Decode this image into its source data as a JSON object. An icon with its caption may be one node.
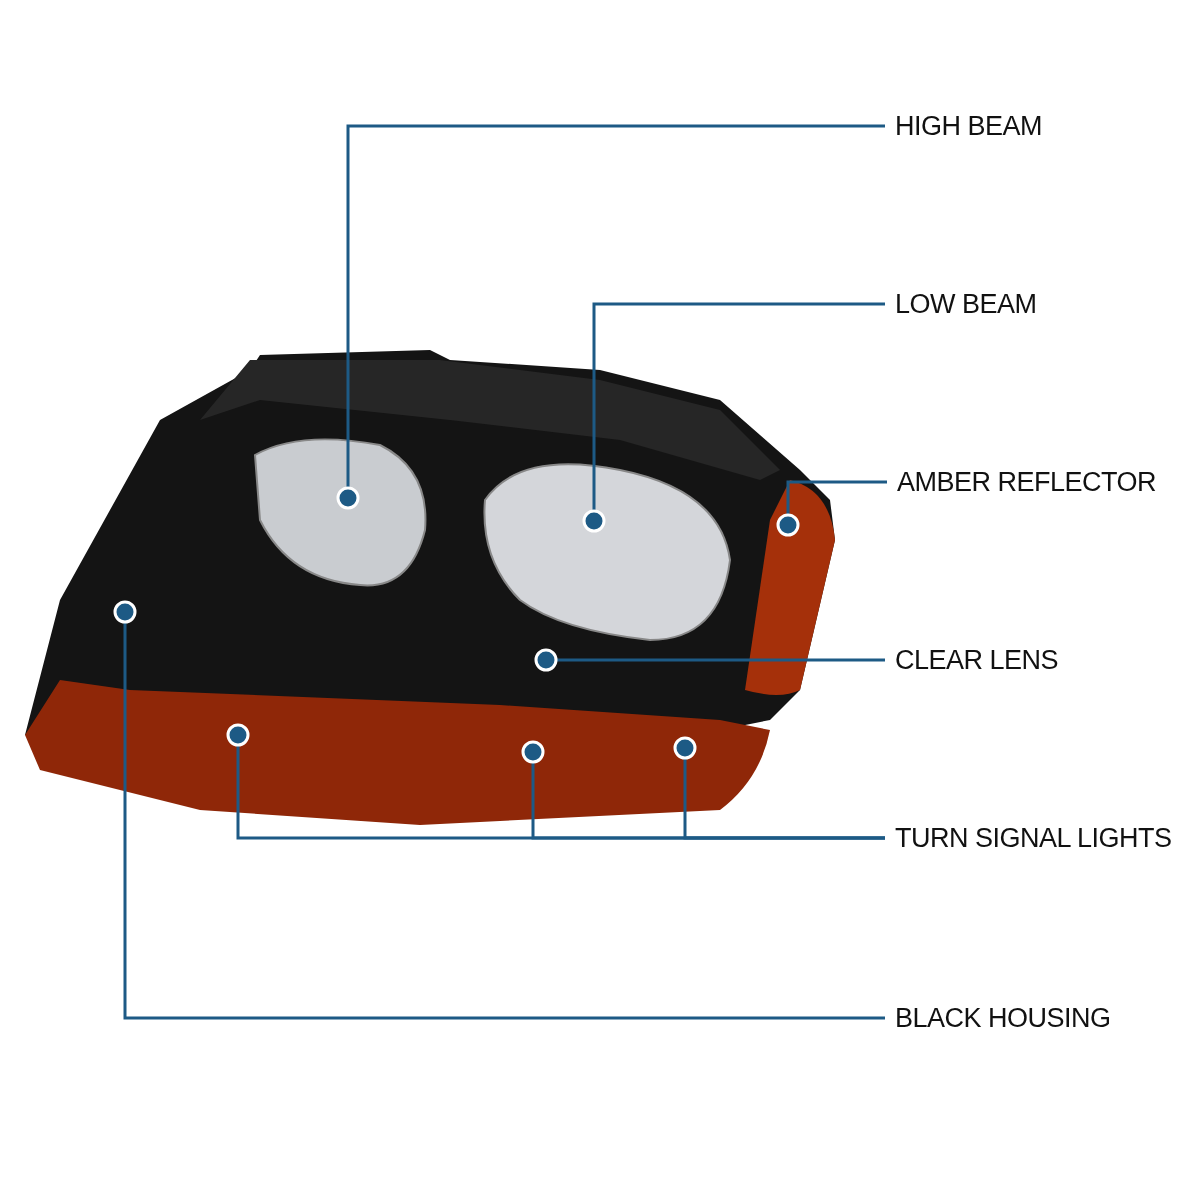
{
  "diagram": {
    "nodes": [
      {
        "text": [
          "HIGH BEAM"
        ]
      },
      {
        "text": [
          "LOW BEAM"
        ]
      },
      {
        "text": [
          "AMBER REFLECTOR"
        ]
      },
      {
        "text": [
          "CLEAR LENS"
        ]
      },
      {
        "text": [
          "TURN SIGNAL LIGHTS"
        ]
      },
      {
        "text": [
          "BLACK HOUSING"
        ]
      }
    ],
    "edges": [
      {
        "from": 0,
        "to": null,
        "arrow": "other"
      },
      {
        "from": 1,
        "to": null,
        "arrow": "other"
      },
      {
        "from": 2,
        "to": null,
        "arrow": "other"
      },
      {
        "from": 3,
        "to": null,
        "arrow": "other"
      },
      {
        "from": 4,
        "to": null,
        "arrow": "other"
      },
      {
        "from": 4,
        "to": null,
        "arrow": "other"
      },
      {
        "from": 4,
        "to": null,
        "arrow": "other"
      },
      {
        "from": 5,
        "to": null,
        "arrow": "other"
      }
    ]
  }
}
